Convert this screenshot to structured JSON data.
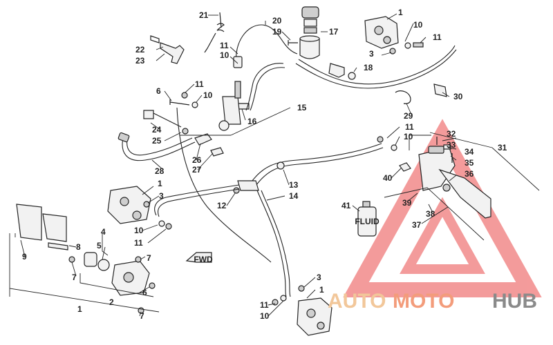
{
  "callouts": {
    "c1a": "1",
    "c1b": "1",
    "c1c": "1",
    "c1d": "1",
    "c2": "2",
    "c3a": "3",
    "c3b": "3",
    "c3c": "3",
    "c4": "4",
    "c5": "5",
    "c6a": "6",
    "c6b": "6",
    "c7a": "7",
    "c7b": "7",
    "c7c": "7",
    "c8": "8",
    "c9": "9",
    "c10a": "10",
    "c10b": "10",
    "c10c": "10",
    "c10d": "10",
    "c10e": "10",
    "c10f": "10",
    "c11a": "11",
    "c11b": "11",
    "c11c": "11",
    "c11d": "11",
    "c11e": "11",
    "c11f": "11",
    "c12": "12",
    "c13": "13",
    "c14": "14",
    "c15": "15",
    "c16": "16",
    "c17": "17",
    "c18": "18",
    "c19": "19",
    "c20": "20",
    "c21": "21",
    "c22": "22",
    "c23": "23",
    "c24": "24",
    "c25": "25",
    "c26": "26",
    "c27": "27",
    "c28": "28",
    "c29": "29",
    "c30": "30",
    "c31": "31",
    "c32": "32",
    "c33": "33",
    "c34": "34",
    "c35": "35",
    "c36": "36",
    "c37": "37",
    "c38": "38",
    "c39": "39",
    "c40": "40",
    "c41": "41"
  },
  "labels": {
    "fluid_bottle": "FLUID",
    "front_arrow": "FWD"
  },
  "watermark": {
    "part1": "AUTO",
    "part2": "MOTO",
    "part3": "HUB",
    "color1": "#f2c79a",
    "color2": "#f39c7b",
    "color3": "#8a8a8a",
    "triangle_color": "#f07a7a"
  }
}
